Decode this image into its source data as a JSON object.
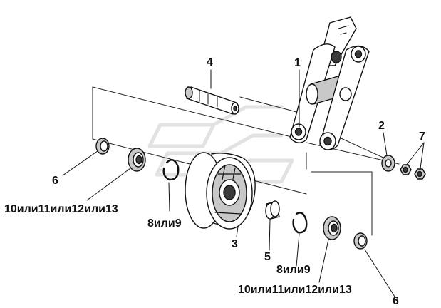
{
  "colors": {
    "ink": "#111111",
    "fill": "#ffffff",
    "shade": "#c8c8c8",
    "dark": "#3a3a3a",
    "watermark": "#e2e2e2"
  },
  "callouts": {
    "c1": "1",
    "c2": "2",
    "c3": "3",
    "c4": "4",
    "c5": "5",
    "c6a": "6",
    "c6b": "6",
    "c7": "7",
    "c8a": "8или9",
    "c8b": "8или9",
    "c10a": "10или11или12или13",
    "c10b": "10или11или12или13"
  }
}
